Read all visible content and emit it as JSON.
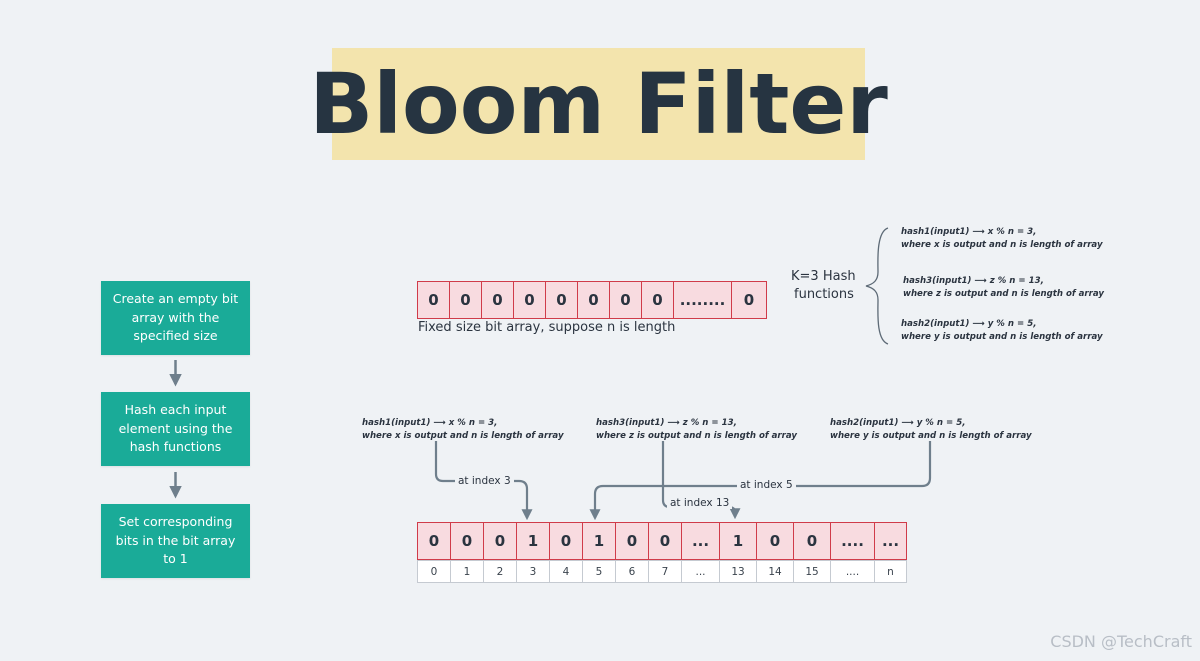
{
  "title": "Bloom Filter",
  "steps": [
    "Create an empty bit array with the specified size",
    "Hash each input element using the hash functions",
    "Set corresponding bits in the bit array to 1"
  ],
  "empty_array": {
    "cells": [
      "0",
      "0",
      "0",
      "0",
      "0",
      "0",
      "0",
      "0",
      "........",
      "0"
    ],
    "caption": "Fixed size bit array, suppose n is length"
  },
  "hash_group": {
    "label_line1": "K=3 Hash",
    "label_line2": "functions",
    "functions": [
      {
        "line1": "hash1(input1) ⟶ x % n = 3,",
        "line2": "where x is output and n is length of array"
      },
      {
        "line1": "hash3(input1) ⟶ z % n = 13,",
        "line2": "where z is output and n is length of array"
      },
      {
        "line1": "hash2(input1) ⟶ y % n = 5,",
        "line2": "where y is output and n is length of array"
      }
    ]
  },
  "mapping": {
    "notes": [
      {
        "line1": "hash1(input1) ⟶ x % n = 3,",
        "line2": "where x is output and n is length of array"
      },
      {
        "line1": "hash3(input1) ⟶ z % n = 13,",
        "line2": "where z is output and n is length of array"
      },
      {
        "line1": "hash2(input1) ⟶ y % n = 5,",
        "line2": "where y is output and n is length of array"
      }
    ],
    "arrow_labels": [
      "at index 3",
      "at index 13",
      "at index 5"
    ]
  },
  "filled_array": {
    "cells": [
      "0",
      "0",
      "0",
      "1",
      "0",
      "1",
      "0",
      "0",
      "...",
      "1",
      "0",
      "0",
      "....",
      "..."
    ],
    "indices": [
      "0",
      "1",
      "2",
      "3",
      "4",
      "5",
      "6",
      "7",
      "...",
      "13",
      "14",
      "15",
      "....",
      "n"
    ]
  },
  "watermark": "CSDN @TechCraft",
  "colors": {
    "background": "#eff2f5",
    "title_highlight": "#f3e4ad",
    "step_box": "#1aab98",
    "cell_fill": "#f8dbe0",
    "cell_border": "#d03b4a",
    "connector": "#6f7f8c"
  }
}
